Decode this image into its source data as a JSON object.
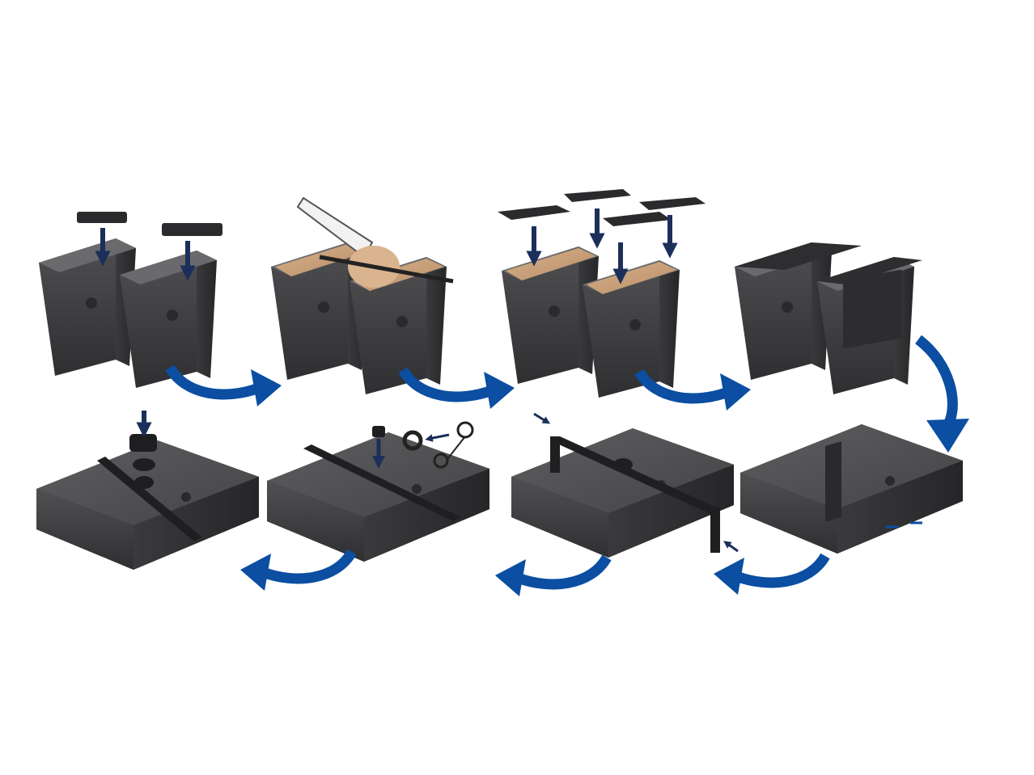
{
  "diagram": {
    "steps": [
      {
        "id": 1,
        "icon": "clip-insert-icon"
      },
      {
        "id": 2,
        "icon": "hand-fill-sand-icon"
      },
      {
        "id": 3,
        "icon": "lid-place-icon"
      },
      {
        "id": 4,
        "icon": "halves-assembled-icon"
      },
      {
        "id": 5,
        "icon": "fold-slide-icon"
      },
      {
        "id": 6,
        "icon": "rail-insert-icon"
      },
      {
        "id": 7,
        "icon": "knob-gear-icon"
      },
      {
        "id": 8,
        "icon": "cap-press-icon"
      }
    ],
    "flow_arrow_icon": "curved-arrow-icon",
    "colors": {
      "background": "#ffffff",
      "container_dark": "#3b3b3d",
      "container_mid": "#4a4a4c",
      "container_light": "#5c5c5e",
      "sand": "#c9a27a",
      "arrow_blue": "#0b4ea2",
      "arrow_navy": "#1b2f5a"
    }
  }
}
